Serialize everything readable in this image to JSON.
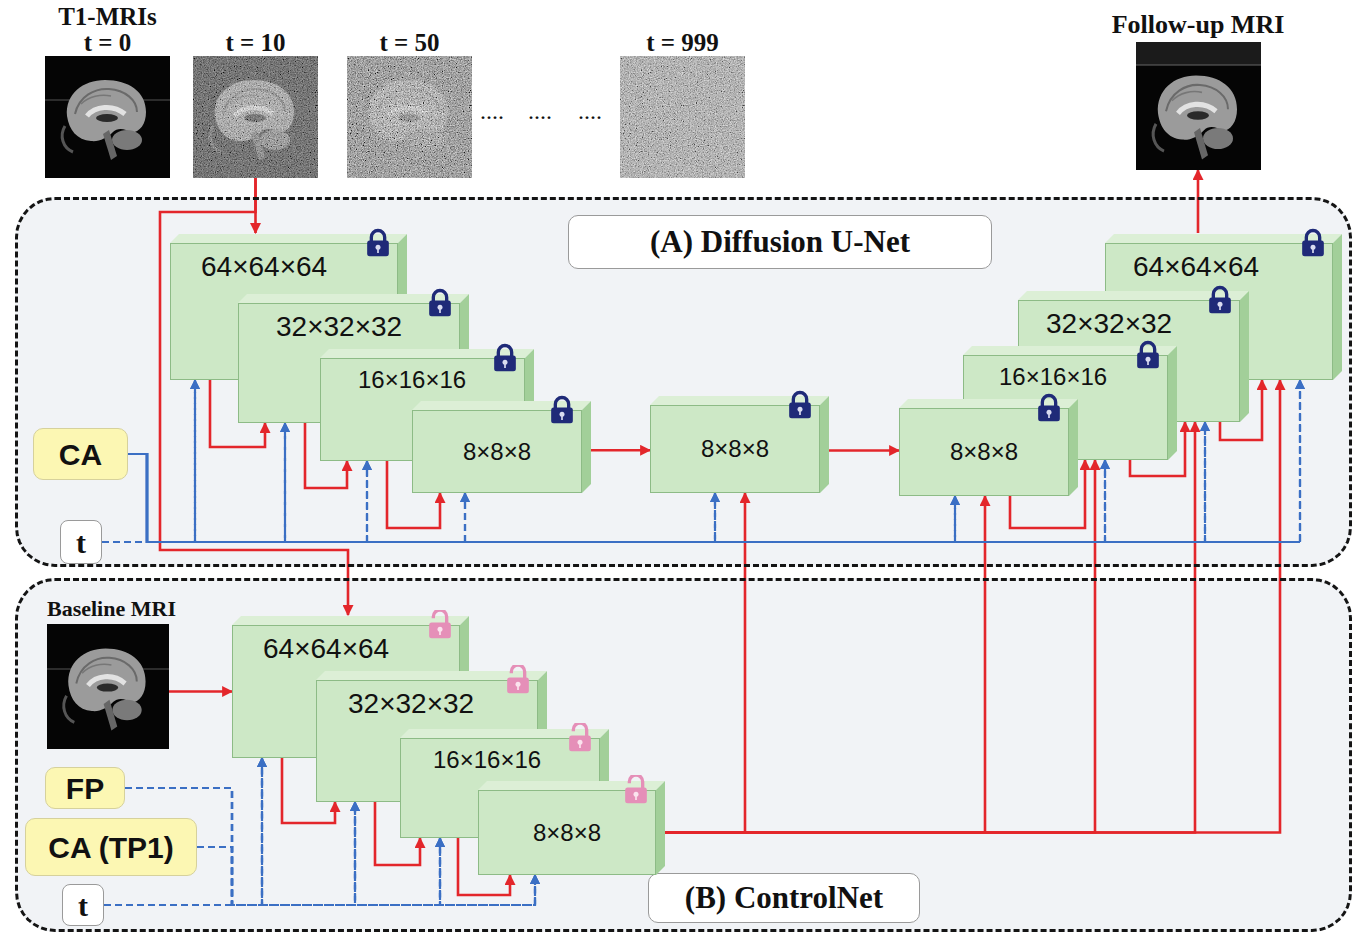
{
  "diagram": {
    "nodes": [
      {
        "text": [
          "t = 0"
        ]
      },
      {
        "text": [
          "t = 10"
        ]
      },
      {
        "text": [
          "t = 50"
        ]
      },
      {
        "text": [
          "t = 999"
        ]
      },
      {
        "text": [
          "Follow-up MRI"
        ]
      },
      {
        "text": [
          "(A) Diffusion U-Net"
        ]
      },
      {
        "text": [
          "64×64×64"
        ],
        "in": 5
      },
      {
        "text": [
          "32×32×32"
        ],
        "in": 5
      },
      {
        "text": [
          "16×16×16"
        ],
        "in": 5
      },
      {
        "text": [
          "8×8×8"
        ],
        "in": 5
      },
      {
        "text": [
          "8×8×8"
        ],
        "in": 5
      },
      {
        "text": [
          "8×8×8"
        ],
        "in": 5
      },
      {
        "text": [
          "16×16×16"
        ],
        "in": 5
      },
      {
        "text": [
          "32×32×32"
        ],
        "in": 5
      },
      {
        "text": [
          "64×64×64"
        ],
        "in": 5
      },
      {
        "text": [
          "CA"
        ],
        "in": 5
      },
      {
        "text": [
          "t"
        ],
        "in": 5
      },
      {
        "text": [
          "(B) ControlNet"
        ]
      },
      {
        "text": [
          "Baseline MRI"
        ],
        "in": 17
      },
      {
        "text": [
          "64×64×64"
        ],
        "in": 17
      },
      {
        "text": [
          "32×32×32"
        ],
        "in": 17
      },
      {
        "text": [
          "16×16×16"
        ],
        "in": 17
      },
      {
        "text": [
          "8×8×8"
        ],
        "in": 17
      },
      {
        "text": [
          "FP"
        ],
        "in": 17
      },
      {
        "text": [
          "CA (TP1)"
        ],
        "in": 17
      },
      {
        "text": [
          "t"
        ],
        "in": 17
      }
    ],
    "edges": [
      {
        "from": 1,
        "to": 6,
        "arrow": "to"
      },
      {
        "from": 1,
        "to": 19,
        "arrow": "to"
      },
      {
        "from": 14,
        "to": 4,
        "arrow": "to"
      },
      {
        "from": 6,
        "to": 7,
        "arrow": "to"
      },
      {
        "from": 7,
        "to": 8,
        "arrow": "to"
      },
      {
        "from": 8,
        "to": 9,
        "arrow": "to"
      },
      {
        "from": 9,
        "to": 10,
        "arrow": "to"
      },
      {
        "from": 10,
        "to": 11,
        "arrow": "to"
      },
      {
        "from": 11,
        "to": 12,
        "arrow": "to"
      },
      {
        "from": 12,
        "to": 13,
        "arrow": "to"
      },
      {
        "from": 13,
        "to": 14,
        "arrow": "to"
      },
      {
        "from": 22,
        "to": 10,
        "arrow": "to"
      },
      {
        "from": 22,
        "to": 11,
        "arrow": "to"
      },
      {
        "from": 22,
        "to": 12,
        "arrow": "to"
      },
      {
        "from": 22,
        "to": 13,
        "arrow": "to"
      },
      {
        "from": 22,
        "to": 14,
        "arrow": "to"
      },
      {
        "from": 15,
        "to": 6,
        "arrow": "to"
      },
      {
        "from": 15,
        "to": 7,
        "arrow": "to"
      },
      {
        "from": 15,
        "to": 8,
        "arrow": "to"
      },
      {
        "from": 15,
        "to": 9,
        "arrow": "to"
      },
      {
        "from": 15,
        "to": 10,
        "arrow": "to"
      },
      {
        "from": 15,
        "to": 11,
        "arrow": "to"
      },
      {
        "from": 15,
        "to": 12,
        "arrow": "to"
      },
      {
        "from": 15,
        "to": 13,
        "arrow": "to"
      },
      {
        "from": 15,
        "to": 14,
        "arrow": "to"
      },
      {
        "from": 16,
        "to": 6,
        "arrow": "to"
      },
      {
        "from": 16,
        "to": 7,
        "arrow": "to"
      },
      {
        "from": 16,
        "to": 8,
        "arrow": "to"
      },
      {
        "from": 16,
        "to": 9,
        "arrow": "to"
      },
      {
        "from": 16,
        "to": 10,
        "arrow": "to"
      },
      {
        "from": 16,
        "to": 11,
        "arrow": "to"
      },
      {
        "from": 16,
        "to": 12,
        "arrow": "to"
      },
      {
        "from": 16,
        "to": 13,
        "arrow": "to"
      },
      {
        "from": 16,
        "to": 14,
        "arrow": "to"
      },
      {
        "from": 18,
        "to": 19,
        "arrow": "to"
      },
      {
        "from": 19,
        "to": 20,
        "arrow": "to"
      },
      {
        "from": 20,
        "to": 21,
        "arrow": "to"
      },
      {
        "from": 21,
        "to": 22,
        "arrow": "to"
      },
      {
        "from": 23,
        "to": 19,
        "arrow": "to"
      },
      {
        "from": 23,
        "to": 20,
        "arrow": "to"
      },
      {
        "from": 23,
        "to": 21,
        "arrow": "to"
      },
      {
        "from": 23,
        "to": 22,
        "arrow": "to"
      },
      {
        "from": 24,
        "to": 19,
        "arrow": "to"
      },
      {
        "from": 24,
        "to": 20,
        "arrow": "to"
      },
      {
        "from": 24,
        "to": 21,
        "arrow": "to"
      },
      {
        "from": 24,
        "to": 22,
        "arrow": "to"
      },
      {
        "from": 25,
        "to": 19,
        "arrow": "to"
      },
      {
        "from": 25,
        "to": 20,
        "arrow": "to"
      },
      {
        "from": 25,
        "to": 21,
        "arrow": "to"
      },
      {
        "from": 25,
        "to": 22,
        "arrow": "to"
      }
    ],
    "labels": [
      "T1-MRIs",
      "....",
      "....",
      "...."
    ]
  }
}
